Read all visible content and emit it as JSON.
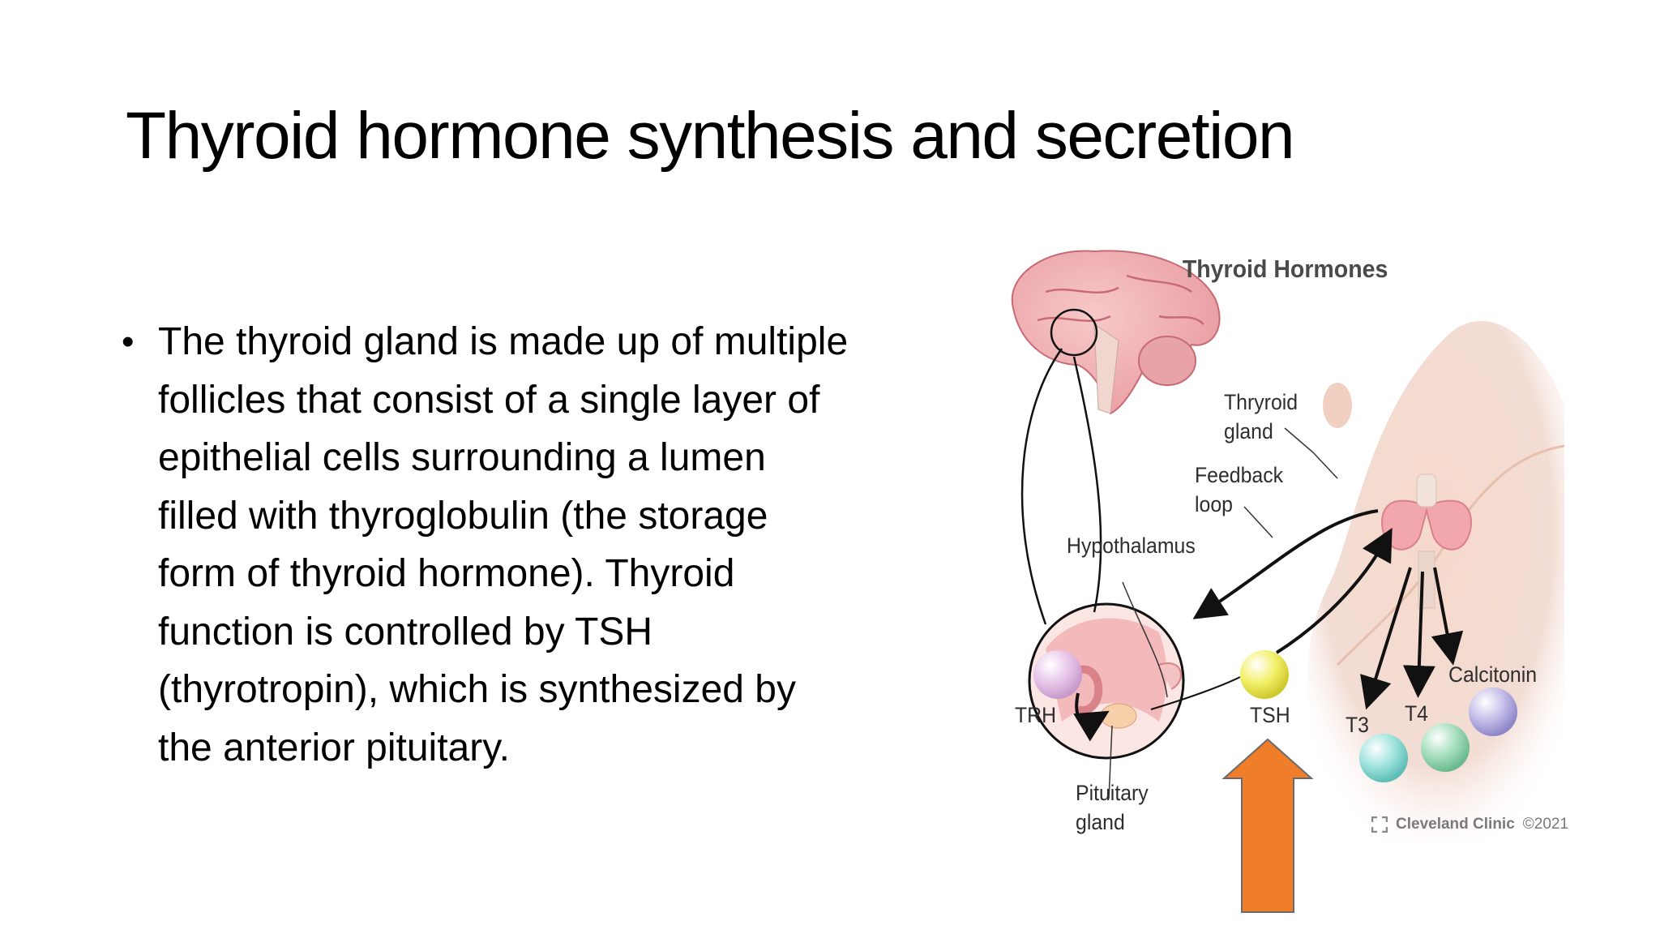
{
  "slide": {
    "title": "Thyroid hormone synthesis and secretion",
    "bullet_symbol": "•",
    "bullet_text": "The thyroid gland is made up of multiple\nfollicles that consist of a single layer of\nepithelial cells surrounding a lumen\nfilled with thyroglobulin (the storage\nform of thyroid hormone). Thyroid\nfunction is controlled by TSH\n(thyrotropin), which is synthesized by\nthe anterior pituitary."
  },
  "figure": {
    "title": "Thyroid Hormones",
    "labels": {
      "thyroid_gland": "Thryroid\ngland",
      "feedback_loop": "Feedback\nloop",
      "hypothalamus": "Hypothalamus",
      "trh": "TRH",
      "tsh": "TSH",
      "t3": "T3",
      "t4": "T4",
      "calcitonin": "Calcitonin",
      "pituitary_gland": "Pituitary\ngland"
    },
    "credit": {
      "brand": "Cleveland Clinic",
      "year": "©2021"
    },
    "colors": {
      "trh_sphere": "#e8c6ea",
      "tsh_sphere": "#f3f06a",
      "t3_sphere": "#9fe3de",
      "t4_sphere": "#a7dfbf",
      "calcitonin_sphere": "#c3bde8",
      "annotation_arrow": "#f07d2a"
    }
  }
}
